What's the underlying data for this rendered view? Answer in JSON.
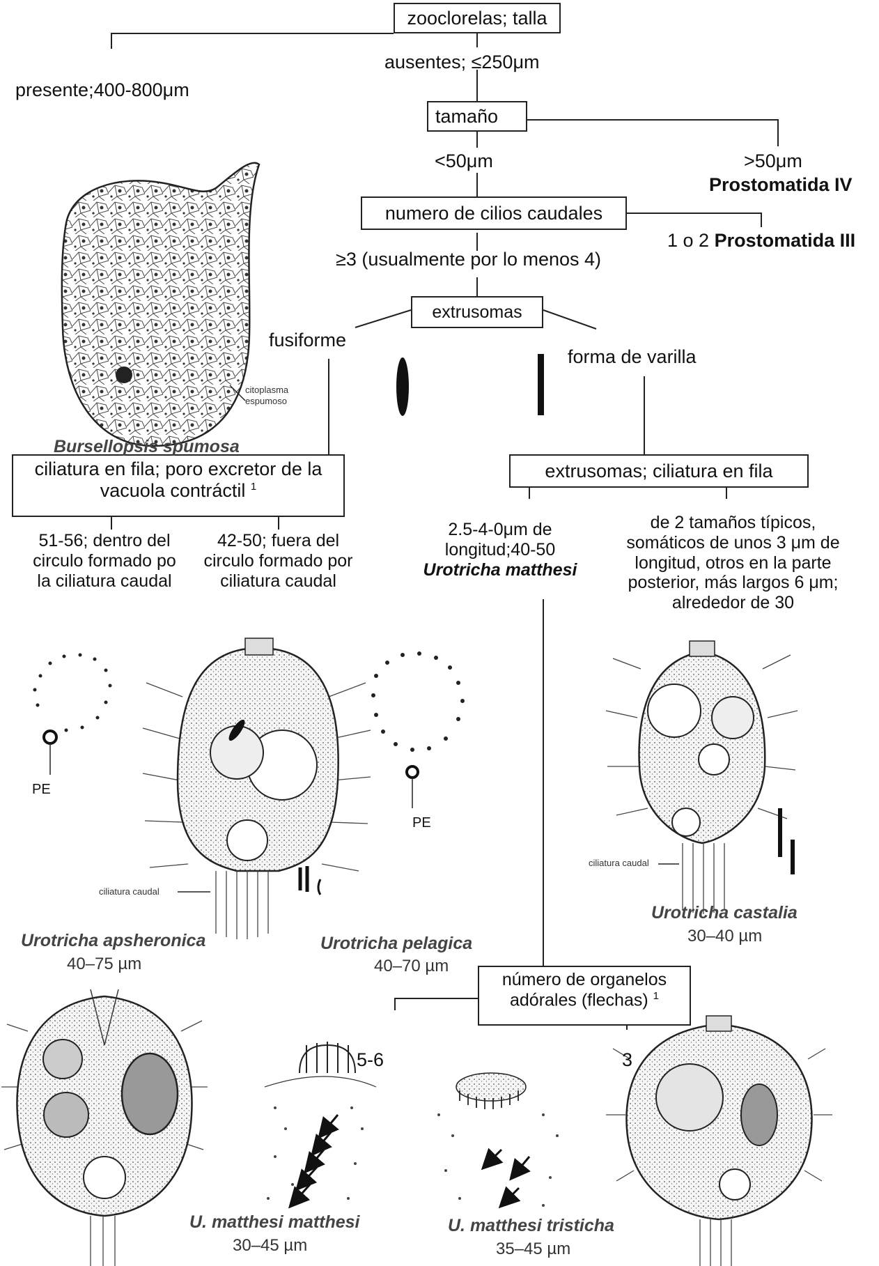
{
  "nodes": {
    "root": "zooclorelas; talla",
    "absent": "ausentes; ≤250μm",
    "present": "presente;400-800μm",
    "size": "tamaño",
    "lt50": "<50μm",
    "gt50": ">50μm",
    "gt50_taxon": "Prostomatida IV",
    "cilia_count": "numero de cilios caudales",
    "cilia_12_prefix": "1 o 2",
    "cilia_12_taxon": "Prostomatida III",
    "cilia_3plus": "≥3 (usualmente por lo menos 4)",
    "extrusomes": "extrusomas",
    "fusiform": "fusiforme",
    "rod": "forma de varilla",
    "row_ciliature_line1": "ciliatura en fila; poro excretor de la",
    "row_ciliature_line2": "vacuola contráctil",
    "footnote_mark": "1",
    "extr_row": "extrusomas; ciliatura en fila",
    "inside_line1": "51-56; dentro del",
    "inside_line2": "circulo formado po",
    "inside_line3": "la ciliatura caudal",
    "outside_line1": "42-50; fuera del",
    "outside_line2": "circulo formado por",
    "outside_line3": "ciliatura caudal",
    "matthesi_line1": "2.5-4-0μm de",
    "matthesi_line2": "longitud;40-50",
    "matthesi_taxon": "Urotricha matthesi",
    "two_sizes_line1": "de 2 tamaños típicos,",
    "two_sizes_line2": "somáticos de unos 3 μm de",
    "two_sizes_line3": "longitud, otros en la parte",
    "two_sizes_line4": "posterior, más largos  6 μm;",
    "two_sizes_line5": "alrededor de 30",
    "organelles_line1": "número de organelos",
    "organelles_line2": "adórales (flechas)",
    "count_56": "5-6",
    "count_3": "3"
  },
  "figures": {
    "bursellopsis_name": "Bursellopsis spumosa",
    "bursellopsis_note1": "citoplasma",
    "bursellopsis_note2": "espumoso",
    "pe_label": "PE",
    "caudal_label": "ciliatura caudal",
    "apsheronica_name": "Urotricha apsheronica",
    "apsheronica_size": "40–75 µm",
    "pelagica_name": "Urotricha pelagica",
    "pelagica_size": "40–70 µm",
    "castalia_name": "Urotricha castalia",
    "castalia_size": "30–40 µm",
    "m_matthesi_name": "U. matthesi matthesi",
    "m_matthesi_size": "30–45 µm",
    "tristicha_name": "U. matthesi tristicha",
    "tristicha_size": "35–45 µm"
  },
  "colors": {
    "line": "#222222",
    "cell_fill": "#e6e6e6",
    "nucleus": "#555555"
  }
}
